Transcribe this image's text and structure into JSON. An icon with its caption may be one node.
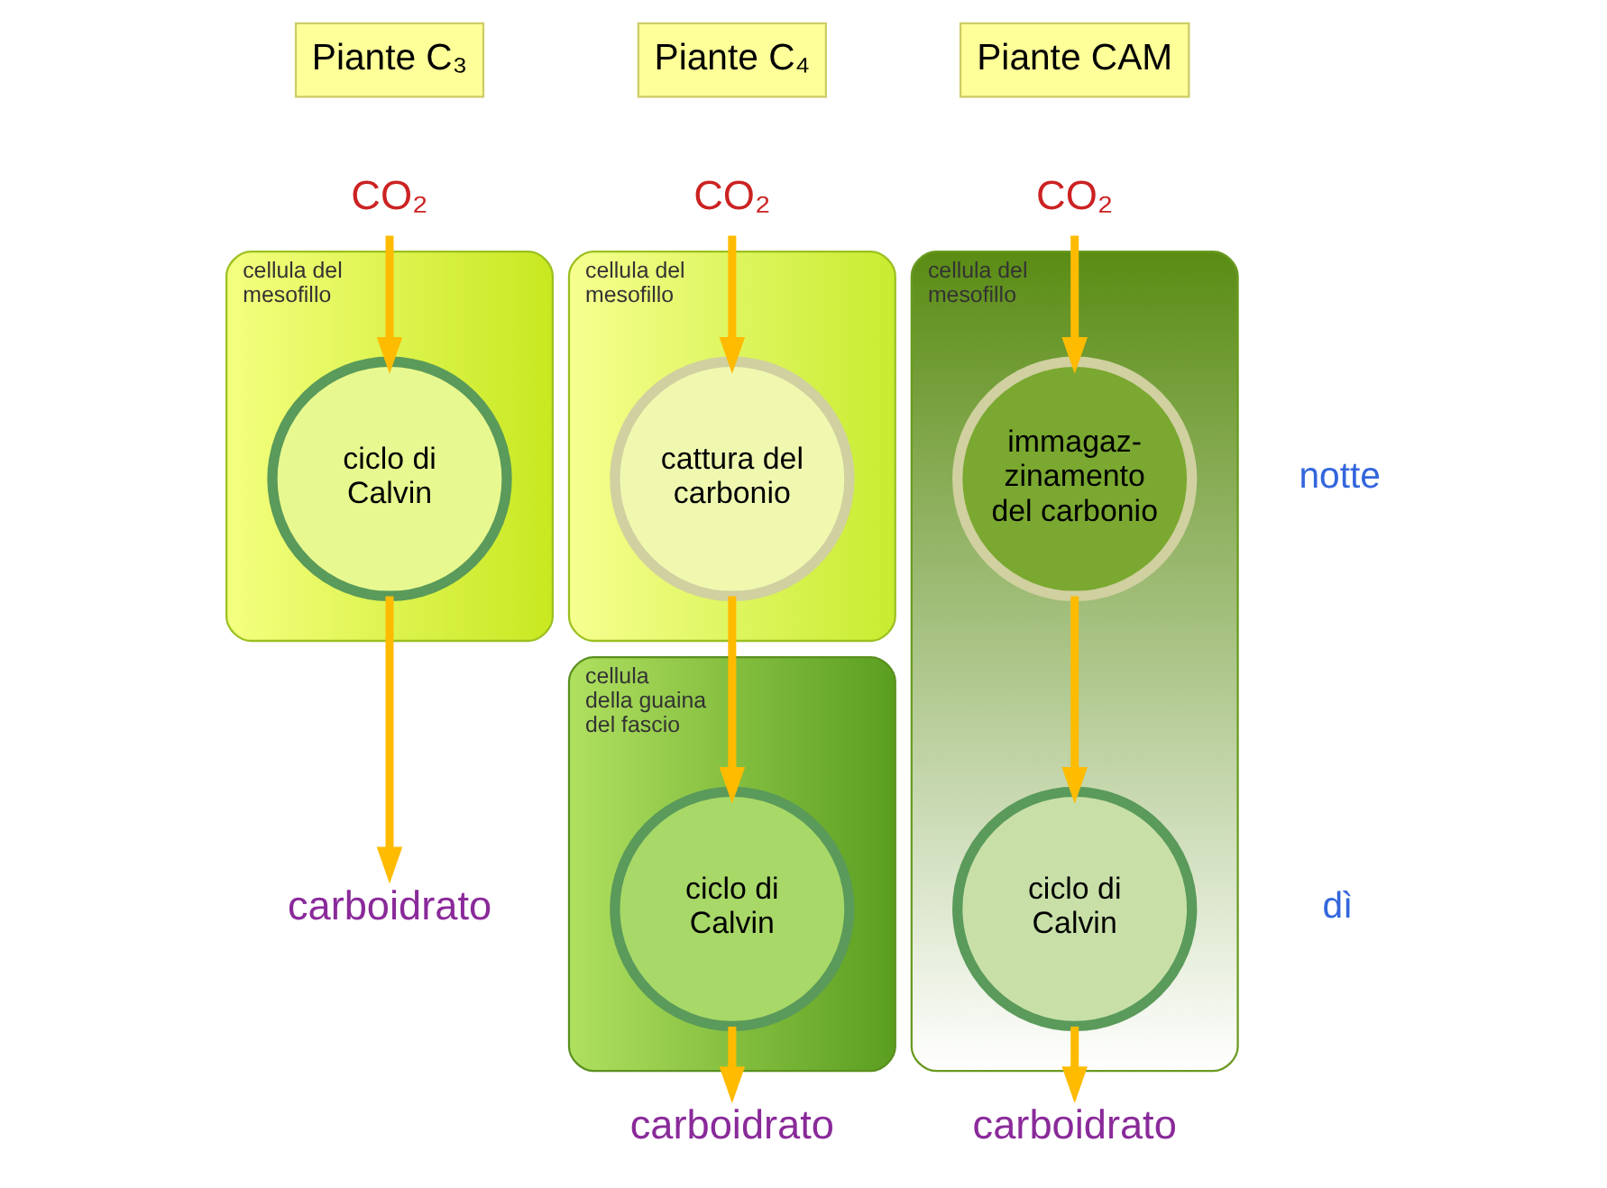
{
  "diagram": {
    "nodes": [
      {
        "text": [
          "Piante C₃"
        ]
      },
      {
        "text": [
          "CO₂"
        ]
      },
      {
        "text": [
          "cellula del mesofillo"
        ]
      },
      {
        "text": [
          "ciclo di Calvin"
        ],
        "in": 2
      },
      {
        "text": [
          "carboidrato"
        ]
      },
      {
        "text": [
          "Piante C₄"
        ]
      },
      {
        "text": [
          "CO₂"
        ]
      },
      {
        "text": [
          "cellula del mesofillo"
        ]
      },
      {
        "text": [
          "cattura del carbonio"
        ],
        "in": 7
      },
      {
        "text": [
          "cellula della guaina del fascio"
        ]
      },
      {
        "text": [
          "ciclo di Calvin"
        ],
        "in": 9
      },
      {
        "text": [
          "carboidrato"
        ]
      },
      {
        "text": [
          "Piante CAM"
        ]
      },
      {
        "text": [
          "CO₂"
        ]
      },
      {
        "text": [
          "cellula del mesofillo"
        ]
      },
      {
        "text": [
          "immagaz- zinamento del carbonio"
        ],
        "in": 14
      },
      {
        "text": [
          "ciclo di Calvin"
        ],
        "in": 14
      },
      {
        "text": [
          "carboidrato"
        ]
      }
    ],
    "edges": [
      {
        "from": 1,
        "to": 3,
        "arrow": "to"
      },
      {
        "from": 3,
        "to": 4,
        "arrow": "to"
      },
      {
        "from": 6,
        "to": 8,
        "arrow": "to"
      },
      {
        "from": 8,
        "to": 10,
        "arrow": "to"
      },
      {
        "from": 10,
        "to": 11,
        "arrow": "to"
      },
      {
        "from": 13,
        "to": 15,
        "arrow": "to"
      },
      {
        "from": 15,
        "to": 16,
        "arrow": "to"
      },
      {
        "from": 16,
        "to": 17,
        "arrow": "to"
      }
    ],
    "labels": [
      "notte",
      "dì"
    ]
  }
}
